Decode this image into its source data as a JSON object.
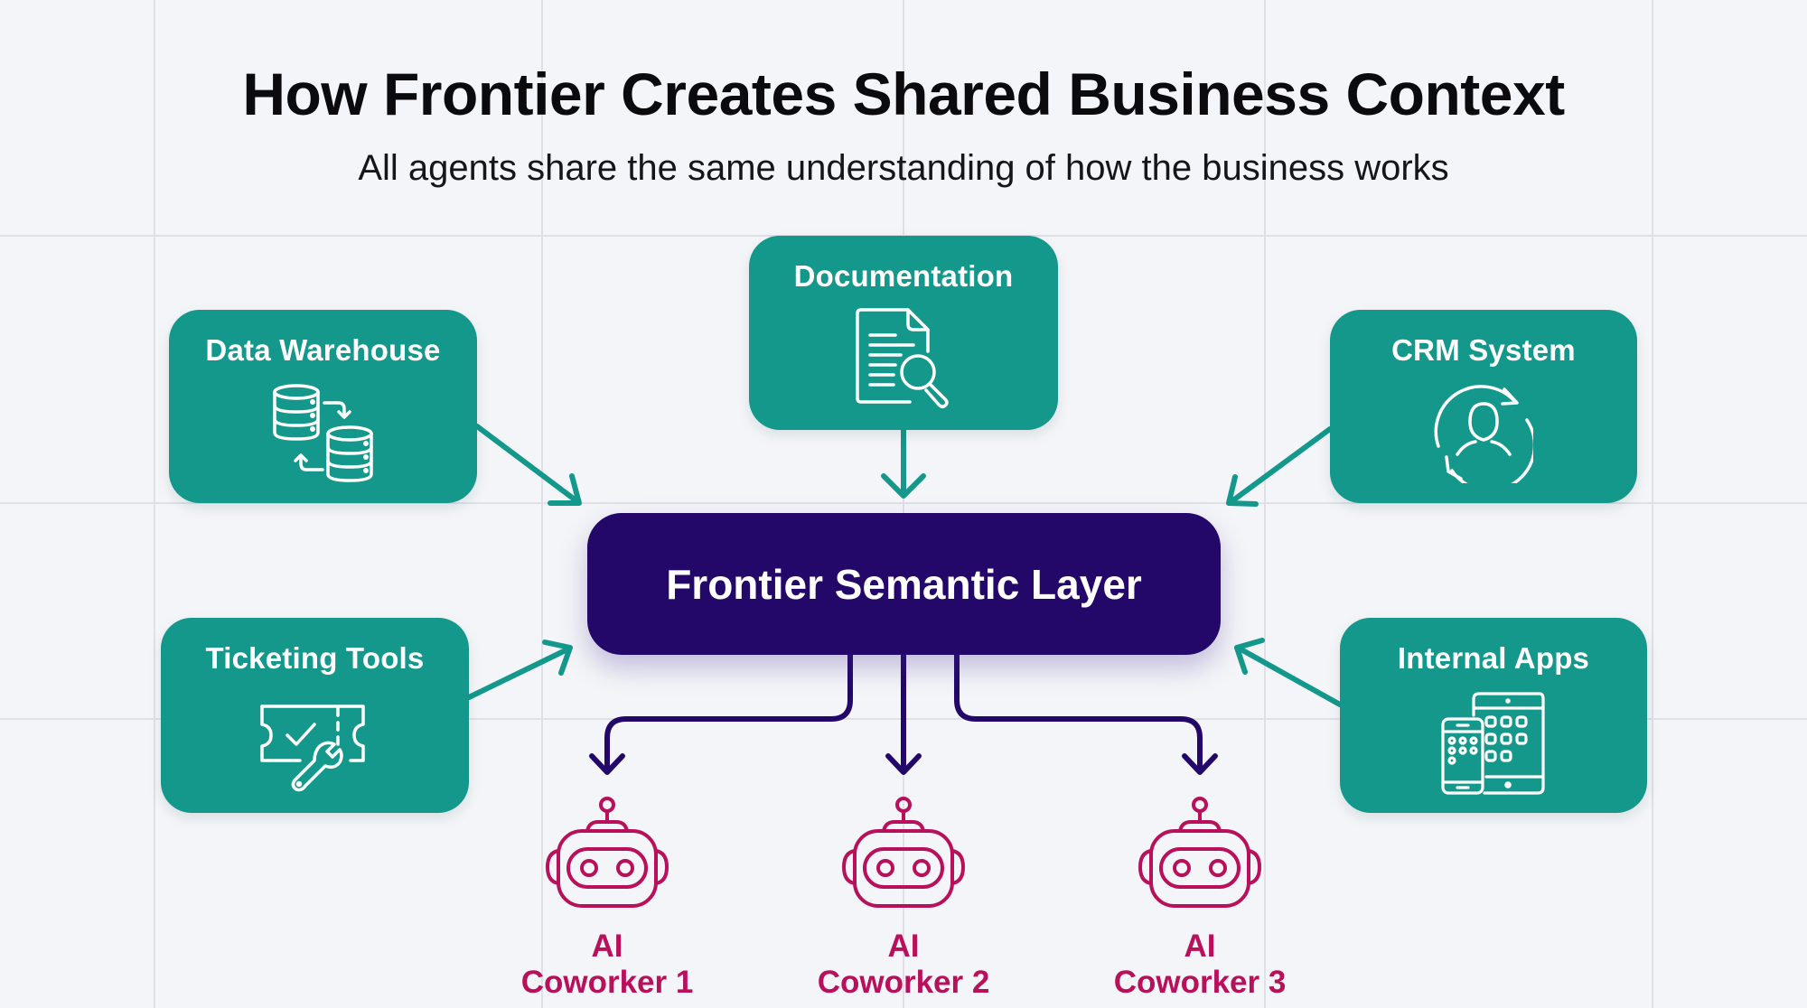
{
  "header": {
    "title": "How Frontier Creates Shared Business Context",
    "subtitle": "All agents share the same understanding of how the business works"
  },
  "sources": [
    {
      "id": "data-warehouse",
      "label": "Data Warehouse",
      "icon": "database-sync-icon"
    },
    {
      "id": "documentation",
      "label": "Documentation",
      "icon": "document-search-icon"
    },
    {
      "id": "crm-system",
      "label": "CRM System",
      "icon": "user-sync-icon"
    },
    {
      "id": "ticketing-tools",
      "label": "Ticketing Tools",
      "icon": "ticket-wrench-icon"
    },
    {
      "id": "internal-apps",
      "label": "Internal Apps",
      "icon": "devices-apps-icon"
    }
  ],
  "hub": {
    "label": "Frontier Semantic Layer"
  },
  "agents": [
    {
      "label": "AI Coworker 1",
      "icon": "robot-icon"
    },
    {
      "label": "AI Coworker 2",
      "icon": "robot-icon"
    },
    {
      "label": "AI Coworker 3",
      "icon": "robot-icon"
    }
  ],
  "colors": {
    "source": "#14988c",
    "hub": "#23086a",
    "agent": "#b8105a",
    "background": "#f4f5f8"
  }
}
